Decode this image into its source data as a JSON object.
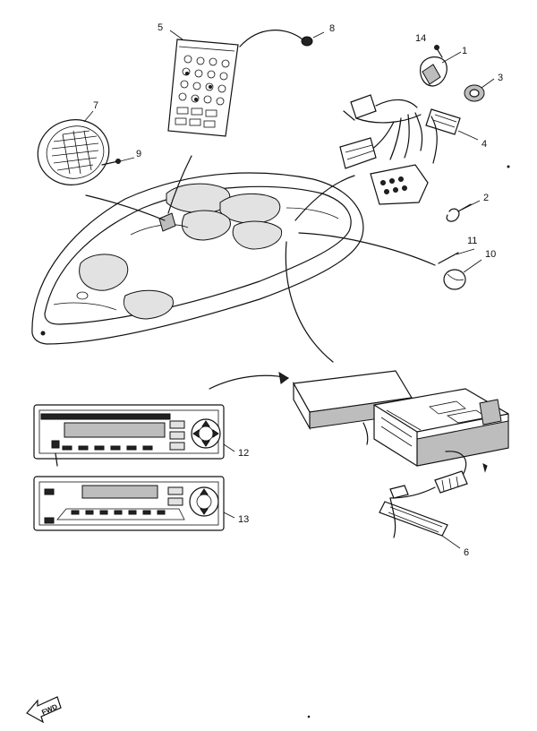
{
  "callouts": {
    "c1": "1",
    "c2": "2",
    "c3": "3",
    "c4": "4",
    "c5": "5",
    "c6": "6",
    "c7": "7",
    "c8": "8",
    "c9": "9",
    "c10": "10",
    "c11": "11",
    "c12": "12",
    "c13": "13",
    "c14": "14"
  },
  "fwd_label": "FWD"
}
